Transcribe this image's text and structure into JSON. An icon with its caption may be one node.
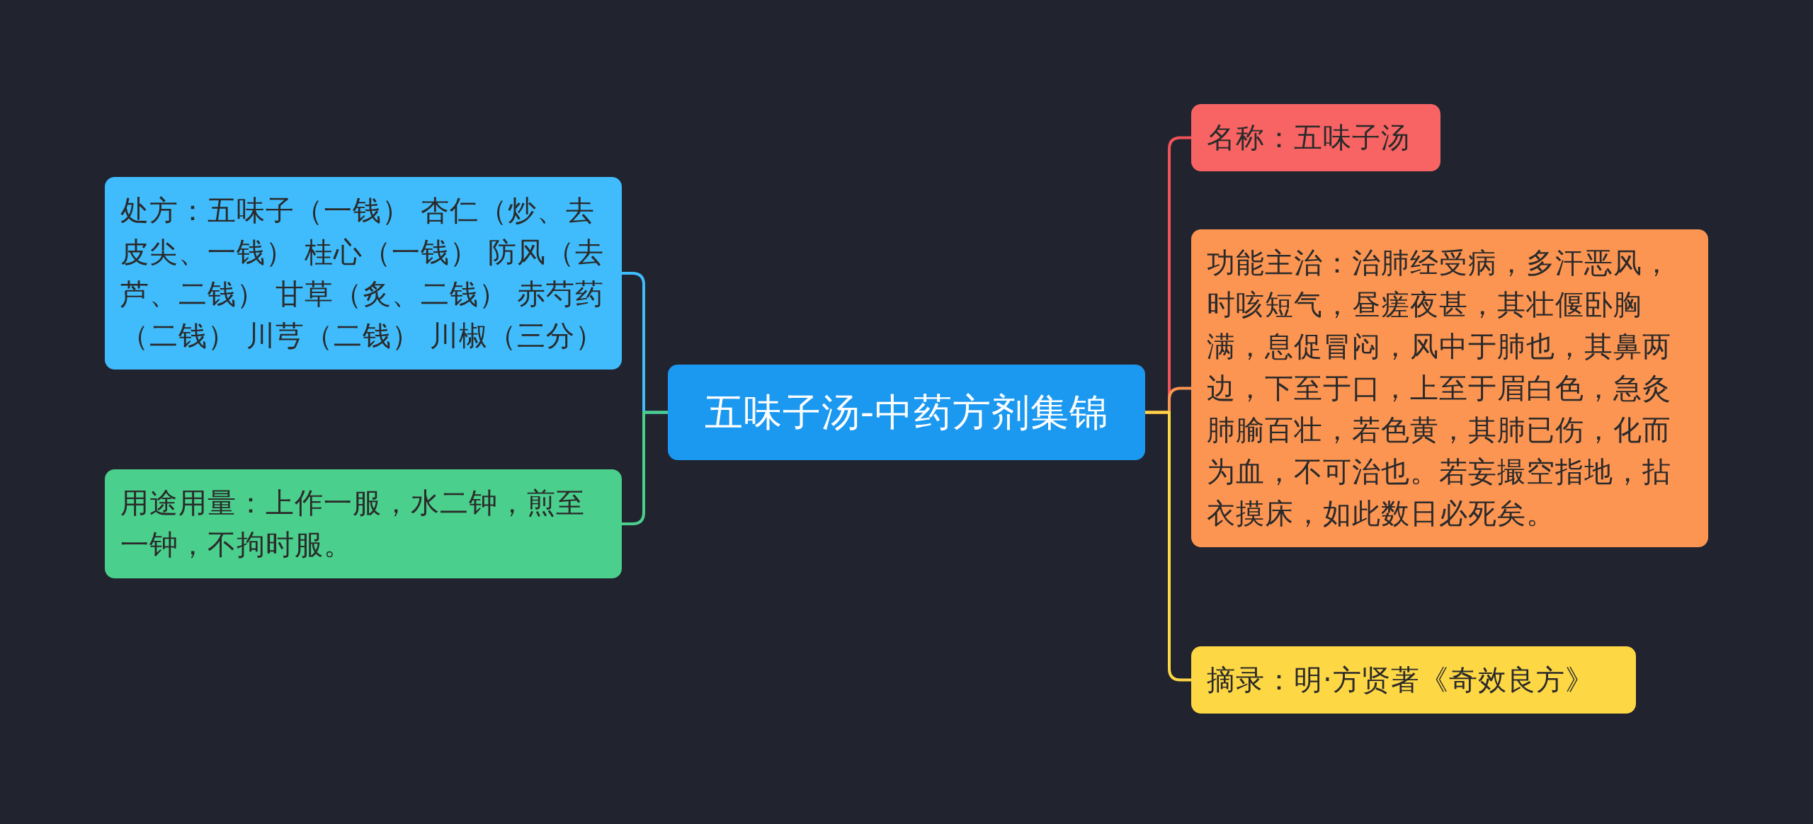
{
  "diagram": {
    "nodes": [
      {
        "text": [
          "五味子汤-中药方剂集锦"
        ]
      },
      {
        "text": [
          "名称：五味子汤"
        ]
      },
      {
        "text": [
          "功能主治：治肺经受病，多汗恶风，时咳短气，昼瘥夜甚，其壮偃卧胸满，息促冒闷，风中于肺也，其鼻两边，下至于口，上至于眉白色，急灸肺腧百壮，若色黄，其肺已伤，化而为血，不可治也。若妄撮空指地，拈衣摸床，如此数日必死矣。"
        ]
      },
      {
        "text": [
          "摘录：明·方贤著《奇效良方》"
        ]
      },
      {
        "text": [
          "处方：五味子（一钱） 杏仁（炒、去皮尖、一钱） 桂心（一钱） 防风（去芦、二钱） 甘草（炙、二钱） 赤芍药（二钱） 川芎（二钱） 川椒（三分）"
        ]
      },
      {
        "text": [
          "用途用量：上作一服，水二钟，煎至一钟，不拘时服。"
        ]
      }
    ],
    "edges": [
      {
        "from": 0,
        "to": 1,
        "arrow": "none",
        "color": "#f0525a"
      },
      {
        "from": 0,
        "to": 2,
        "arrow": "none",
        "color": "#fd9552"
      },
      {
        "from": 0,
        "to": 3,
        "arrow": "none",
        "color": "#fdd744"
      },
      {
        "from": 0,
        "to": 4,
        "arrow": "none",
        "color": "#40bcfc"
      },
      {
        "from": 0,
        "to": 5,
        "arrow": "none",
        "color": "#4bcf8c"
      }
    ]
  }
}
